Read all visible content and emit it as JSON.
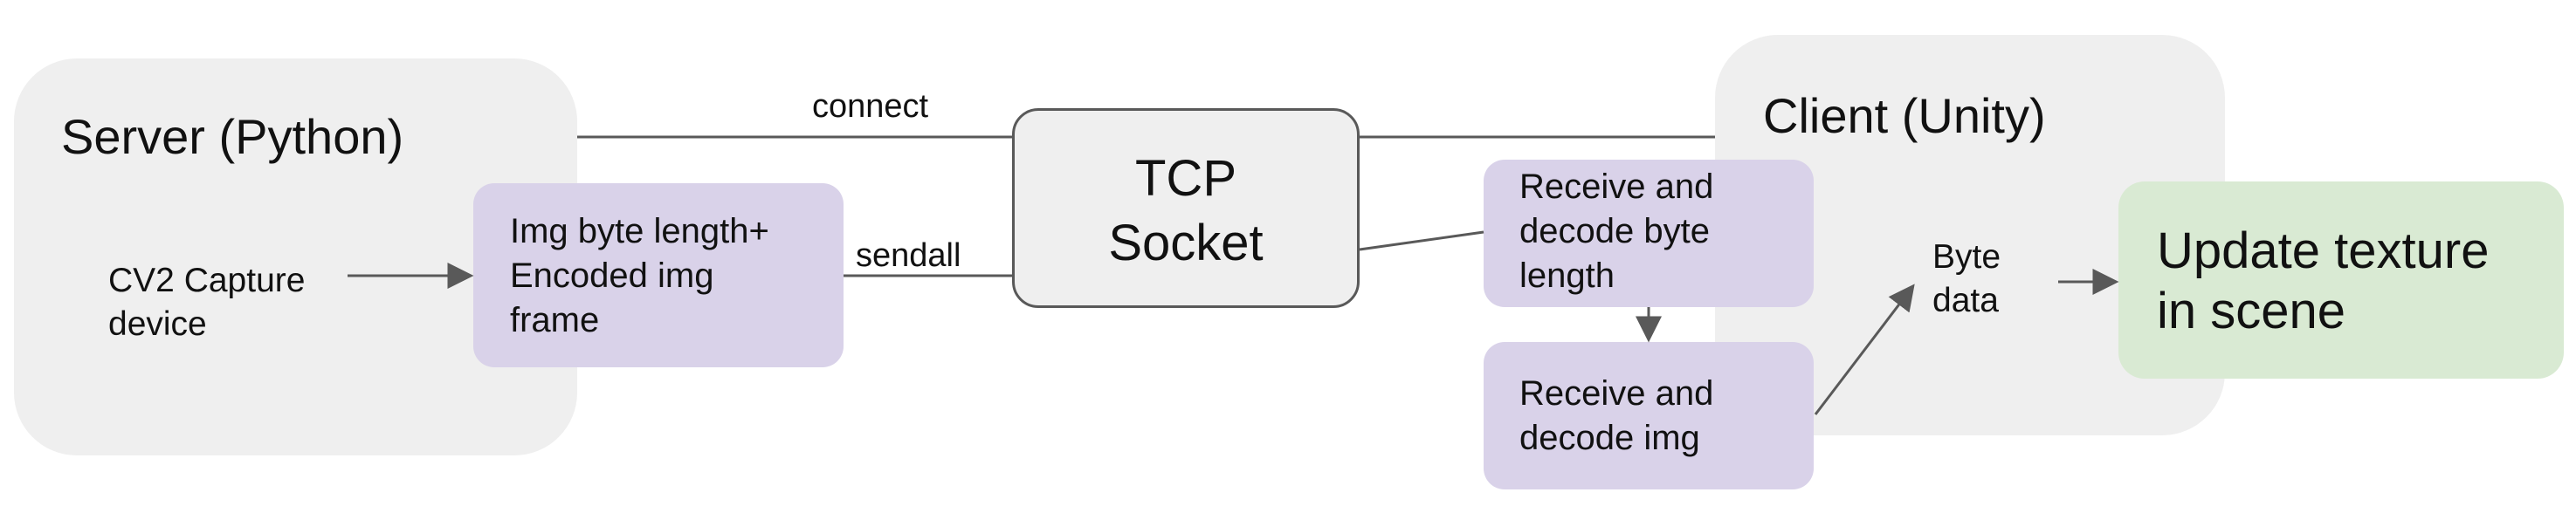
{
  "server": {
    "title": "Server (Python)",
    "capture_label": "CV2 Capture\ndevice",
    "payload_label": "Img byte length+\nEncoded img\nframe"
  },
  "socket": {
    "label": "TCP\nSocket"
  },
  "client": {
    "title": "Client (Unity)",
    "receive_length_label": "Receive and\ndecode byte\nlength",
    "receive_image_label": "Receive and\ndecode img",
    "byte_data_label": "Byte\ndata",
    "update_label": "Update texture\nin scene"
  },
  "edges": {
    "connect_label": "connect",
    "sendall_label": "sendall"
  },
  "colors": {
    "container_fill": "#efefef",
    "process_fill": "#d9d2e9",
    "result_fill": "#d9ead3",
    "line": "#595959",
    "text": "#111111"
  }
}
